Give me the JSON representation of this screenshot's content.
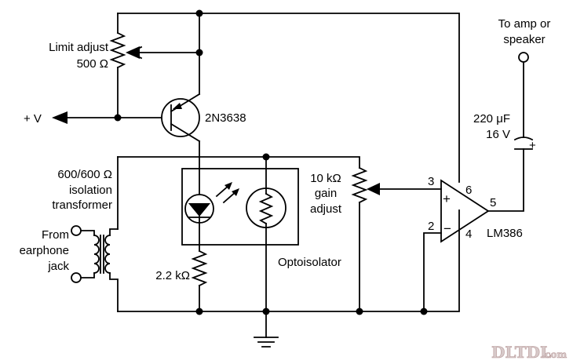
{
  "labels": {
    "limit_adjust": "Limit adjust",
    "limit_value": "500 Ω",
    "plus_v": "+ V",
    "transistor": "2N3638",
    "transformer_1": "600/600 Ω",
    "transformer_2": "isolation",
    "transformer_3": "transformer",
    "from_1": "From",
    "from_2": "earphone",
    "from_3": "jack",
    "r_2k2": "2.2 kΩ",
    "optoisolator": "Optoisolator",
    "gain_1": "10 kΩ",
    "gain_2": "gain",
    "gain_3": "adjust",
    "pin3": "3",
    "pin2": "2",
    "pin6": "6",
    "pin4": "4",
    "pin5": "5",
    "plus_sign": "+",
    "minus_sign": "−",
    "opamp": "LM386",
    "cap_1": "220 μF",
    "cap_2": "16 V",
    "cap_plus": "+",
    "out_1": "To amp or",
    "out_2": "speaker"
  },
  "watermark": {
    "text": "DLTDL",
    "suffix": ".com"
  }
}
